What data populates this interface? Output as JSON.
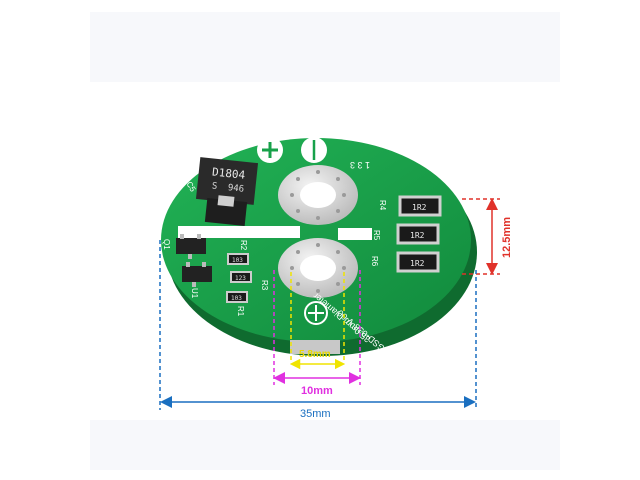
{
  "board": {
    "ic_marking": "D1804",
    "ic_sub_left": "S",
    "ic_sub_right": "946",
    "silk_top": "1 3 3",
    "silk_c5": "C5",
    "silk_r4": "R4",
    "silk_r5": "R5",
    "silk_r6": "R6",
    "silk_r2": "R2",
    "silk_r3": "R3",
    "silk_r1": "R1",
    "silk_q1": "Q1",
    "silk_u1": "U1",
    "silk_diameter": "35.0mm Diameter",
    "silk_model": "GSD-038-V-00",
    "res_top": "1R2",
    "res_mid": "1R2",
    "res_bot": "1R2",
    "res_small_1": "103",
    "res_small_2": "123",
    "res_small_3": "103"
  },
  "dimensions": {
    "height_label": "12.5mm",
    "pad_width_label": "5.8mm",
    "hole_span_label": "10mm",
    "diameter_label": "35mm"
  },
  "colors": {
    "pcb": "#17a14a",
    "height_marker": "#e0322a",
    "pad_marker": "#f0e400",
    "span_marker": "#e030e0",
    "diameter_marker": "#1a6fc0"
  }
}
